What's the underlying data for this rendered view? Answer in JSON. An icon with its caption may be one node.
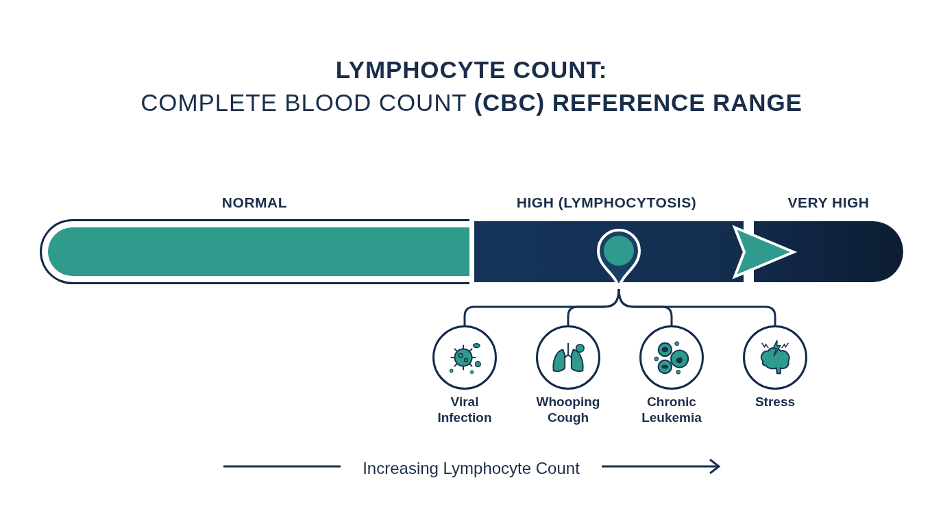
{
  "diagram": {
    "title": "**LYMPHOCYTE COUNT:** COMPLETE BLOOD COUNT **(CBC) REFERENCE RANGE**",
    "nodes": [
      {
        "text": [
          "NORMAL"
        ]
      },
      {
        "text": [
          "HIGH (LYMPHOCYTOSIS)"
        ]
      },
      {
        "text": [
          "VERY HIGH"
        ]
      },
      {
        "text": [],
        "shape": "circle"
      },
      {
        "text": [
          "Viral Infection"
        ]
      },
      {
        "text": [
          "Whooping Cough"
        ]
      },
      {
        "text": [
          "Chronic Leukemia"
        ]
      },
      {
        "text": [
          "Stress"
        ]
      }
    ],
    "edges": [
      {
        "from": 1,
        "to": 2,
        "arrow": "to",
        "color": "#2e9b8c"
      },
      {
        "from": 3,
        "to": 4,
        "arrow": "none"
      },
      {
        "from": 3,
        "to": 5,
        "arrow": "none"
      },
      {
        "from": 3,
        "to": 6,
        "arrow": "none"
      },
      {
        "from": 3,
        "to": 7,
        "arrow": "none"
      }
    ],
    "labels": [
      "Increasing Lymphocyte Count"
    ]
  }
}
